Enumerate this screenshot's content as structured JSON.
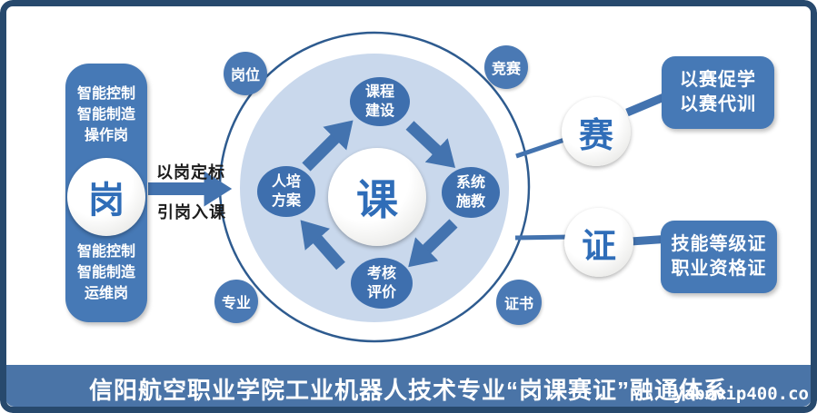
{
  "colors": {
    "frame": "#27496d",
    "panel": "#4679b6",
    "node": "#3e6fae",
    "badge": "#4a79b4",
    "cycle_fill": "#c9d8ec",
    "ring": "#2e5b8f",
    "arrow": "#4373af",
    "footer_bar": "#4a74a7",
    "glyph_blue": "#2f6db8",
    "label_dark": "#1c1c1c"
  },
  "left_panel": {
    "top_lines": [
      "智能控制",
      "智能制造",
      "操作岗"
    ],
    "badge": "岗",
    "bottom_lines": [
      "智能控制",
      "智能制造",
      "运维岗"
    ]
  },
  "flow": {
    "label_top": "以岗定标",
    "label_bottom": "引岗入课"
  },
  "cycle": {
    "center": "课",
    "node_top": "课程建设",
    "node_right": "系统施教",
    "node_bottom": "考核评价",
    "node_left": "人培方案"
  },
  "ring_badges": {
    "top_left": "岗位",
    "top_right": "竞赛",
    "bottom_left": "专业",
    "bottom_right": "证书"
  },
  "right_side": {
    "sai_circle": "赛",
    "zheng_circle": "证",
    "sai_box_lines": [
      "以赛促学",
      "以赛代训"
    ],
    "zheng_box_lines": [
      "技能等级证",
      "职业资格证"
    ]
  },
  "footer": {
    "title": "信阳航空职业学院工业机器人技术专业“岗课赛证”融通体系",
    "watermark": "yabovip400.co"
  }
}
